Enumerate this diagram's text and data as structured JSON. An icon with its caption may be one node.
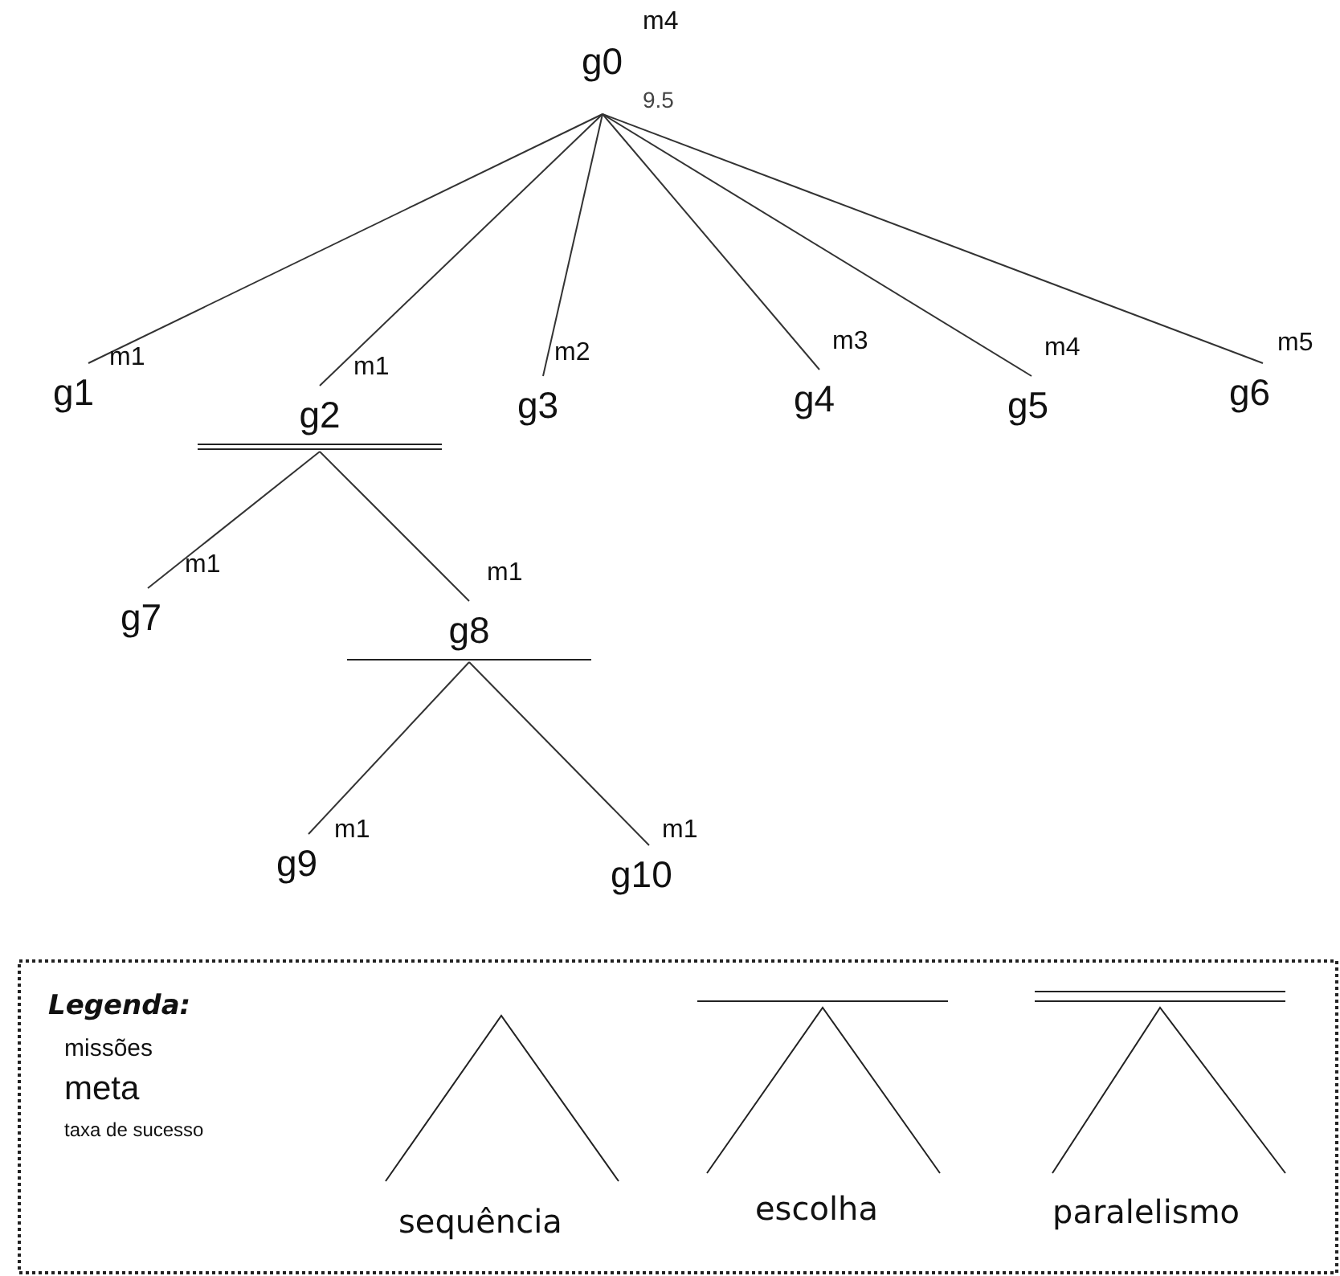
{
  "diagram": {
    "nodes": [
      {
        "text": [
          "g0"
        ],
        "beside": [
          "m4",
          "9.5"
        ]
      },
      {
        "text": [
          "g1"
        ],
        "beside": [
          "m1"
        ]
      },
      {
        "text": [
          "g2"
        ],
        "beside": [
          "m1"
        ]
      },
      {
        "text": [
          "g3"
        ],
        "beside": [
          "m2"
        ]
      },
      {
        "text": [
          "g4"
        ],
        "beside": [
          "m3"
        ]
      },
      {
        "text": [
          "g5"
        ],
        "beside": [
          "m4"
        ]
      },
      {
        "text": [
          "g6"
        ],
        "beside": [
          "m5"
        ]
      },
      {
        "text": [
          "g7"
        ],
        "beside": [
          "m1"
        ]
      },
      {
        "text": [
          "g8"
        ],
        "beside": [
          "m1"
        ]
      },
      {
        "text": [
          "g9"
        ],
        "beside": [
          "m1"
        ]
      },
      {
        "text": [
          "g10"
        ],
        "beside": [
          "m1"
        ]
      }
    ],
    "edges": [
      {
        "from": 0,
        "to": 1,
        "arrow": "none"
      },
      {
        "from": 0,
        "to": 2,
        "arrow": "none"
      },
      {
        "from": 0,
        "to": 3,
        "arrow": "none"
      },
      {
        "from": 0,
        "to": 4,
        "arrow": "none"
      },
      {
        "from": 0,
        "to": 5,
        "arrow": "none"
      },
      {
        "from": 0,
        "to": 6,
        "arrow": "none"
      },
      {
        "from": 2,
        "to": 7,
        "arrow": "none"
      },
      {
        "from": 2,
        "to": 8,
        "arrow": "none"
      },
      {
        "from": 8,
        "to": 9,
        "arrow": "none"
      },
      {
        "from": 8,
        "to": 10,
        "arrow": "none"
      }
    ],
    "labels": [
      "Legenda:",
      "missões",
      "meta",
      "taxa de sucesso"
    ],
    "legend": [
      {
        "text": "sequência"
      },
      {
        "text": "escolha"
      },
      {
        "text": "paralelismo"
      }
    ]
  }
}
